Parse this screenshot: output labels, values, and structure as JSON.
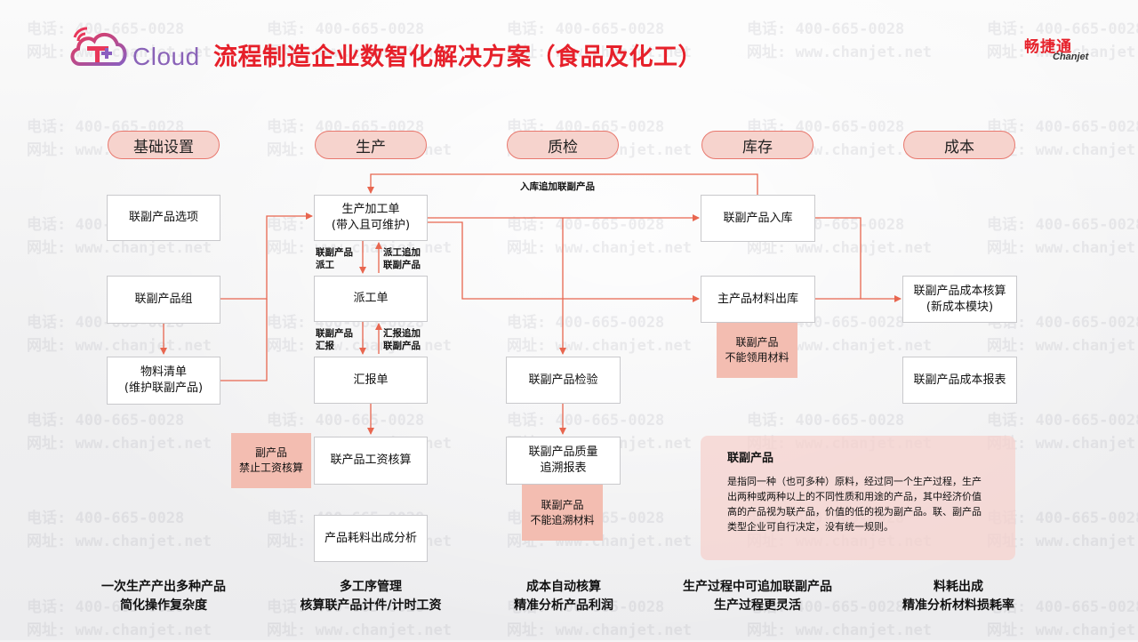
{
  "header": {
    "logo_text": "Cloud",
    "title": "流程制造企业数智化解决方案（食品及化工）",
    "brand_cn": "畅捷通",
    "brand_en": "Chanjet"
  },
  "watermark": {
    "phone": "电话: 400-665-0028",
    "site": "网址: www.chanjet.net"
  },
  "columns": [
    "基础设置",
    "生产",
    "质检",
    "库存",
    "成本"
  ],
  "basic": {
    "options": "联副产品选项",
    "group": "联副产品组",
    "bom": "物料清单\n(维护联副产品)"
  },
  "production": {
    "order": "生产加工单\n(带入且可维护)",
    "dispatch": "派工单",
    "report": "汇报单",
    "wage": "联产品工资核算",
    "analysis": "产品耗料出成分析",
    "label_dispatch_left": "联副产品\n派工",
    "label_dispatch_right": "派工追加\n联副产品",
    "label_report_left": "联副产品\n汇报",
    "label_report_right": "汇报追加\n联副产品",
    "note_wage": "副产品\n禁止工资核算"
  },
  "quality": {
    "inspect": "联副产品检验",
    "trace": "联副产品质量\n追溯报表",
    "note_trace": "联副产品\n不能追溯材料"
  },
  "inventory": {
    "inbound": "联副产品入库",
    "outbound": "主产品材料出库",
    "note_outbound": "联副产品\n不能领用材料",
    "top_label": "入库追加联副产品"
  },
  "cost": {
    "calc": "联副产品成本核算\n(新成本模块)",
    "report": "联副产品成本报表"
  },
  "definition": {
    "title": "联副产品",
    "body": "是指同一种（也可多种）原料，经过同一个生产过程，生产出两种或两种以上的不同性质和用途的产品，其中经济价值高的产品视为联产品，价值的低的视为副产品。联、副产品类型企业可自行决定，没有统一规则。"
  },
  "bottom": [
    "一次生产产出多种产品\n简化操作复杂度",
    "多工序管理\n核算联产品计件/计时工资",
    "成本自动核算\n精准分析产品利润",
    "生产过程中可追加联副产品\n生产过程更灵活",
    "料耗出成\n精准分析材料损耗率"
  ],
  "colors": {
    "accent": "#e6202a",
    "arrow": "#e8664f",
    "pill_fill": "#f6d3cd",
    "note_fill": "#f3bdb1"
  }
}
